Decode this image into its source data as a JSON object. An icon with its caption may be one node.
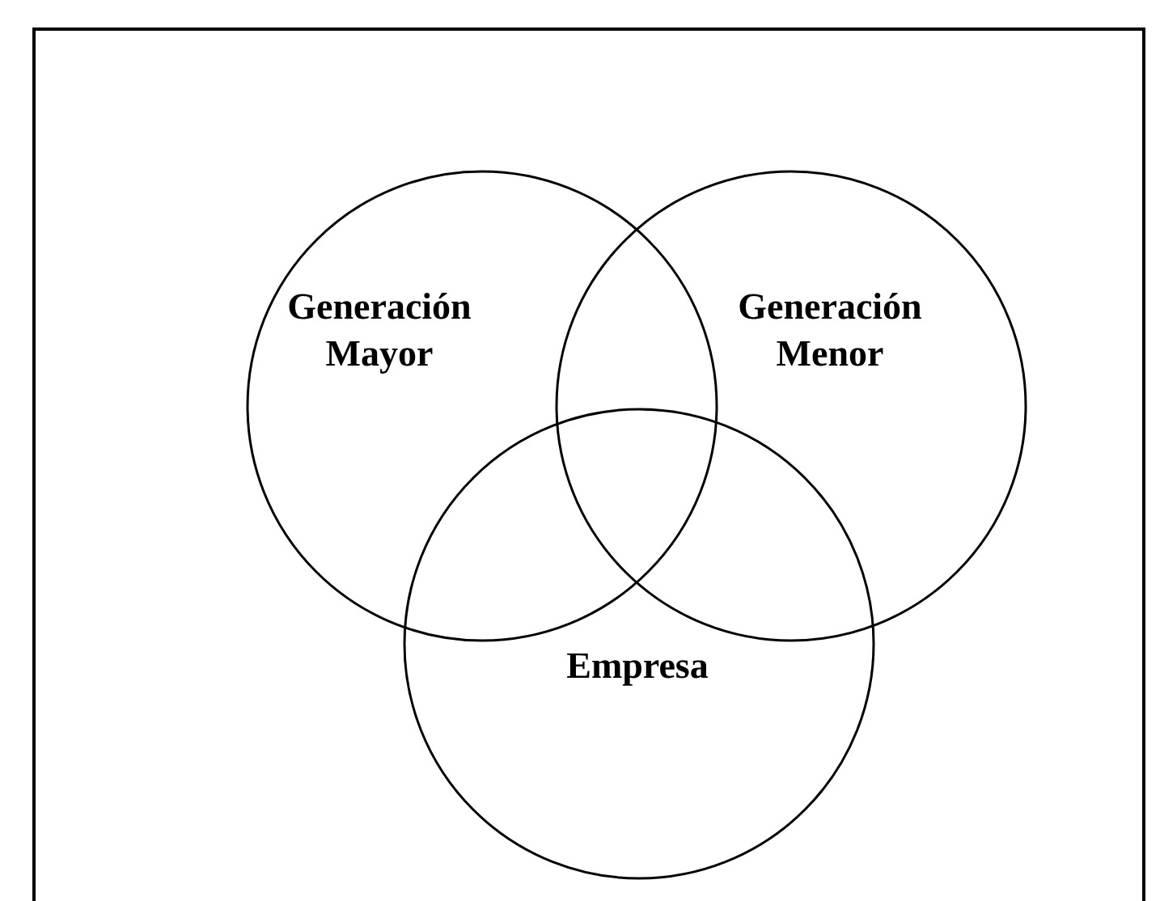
{
  "diagram": {
    "nodes": [
      {
        "text": [
          "Generación Mayor"
        ]
      },
      {
        "text": [
          "Generación Menor"
        ]
      },
      {
        "text": [
          "Empresa"
        ]
      }
    ]
  }
}
